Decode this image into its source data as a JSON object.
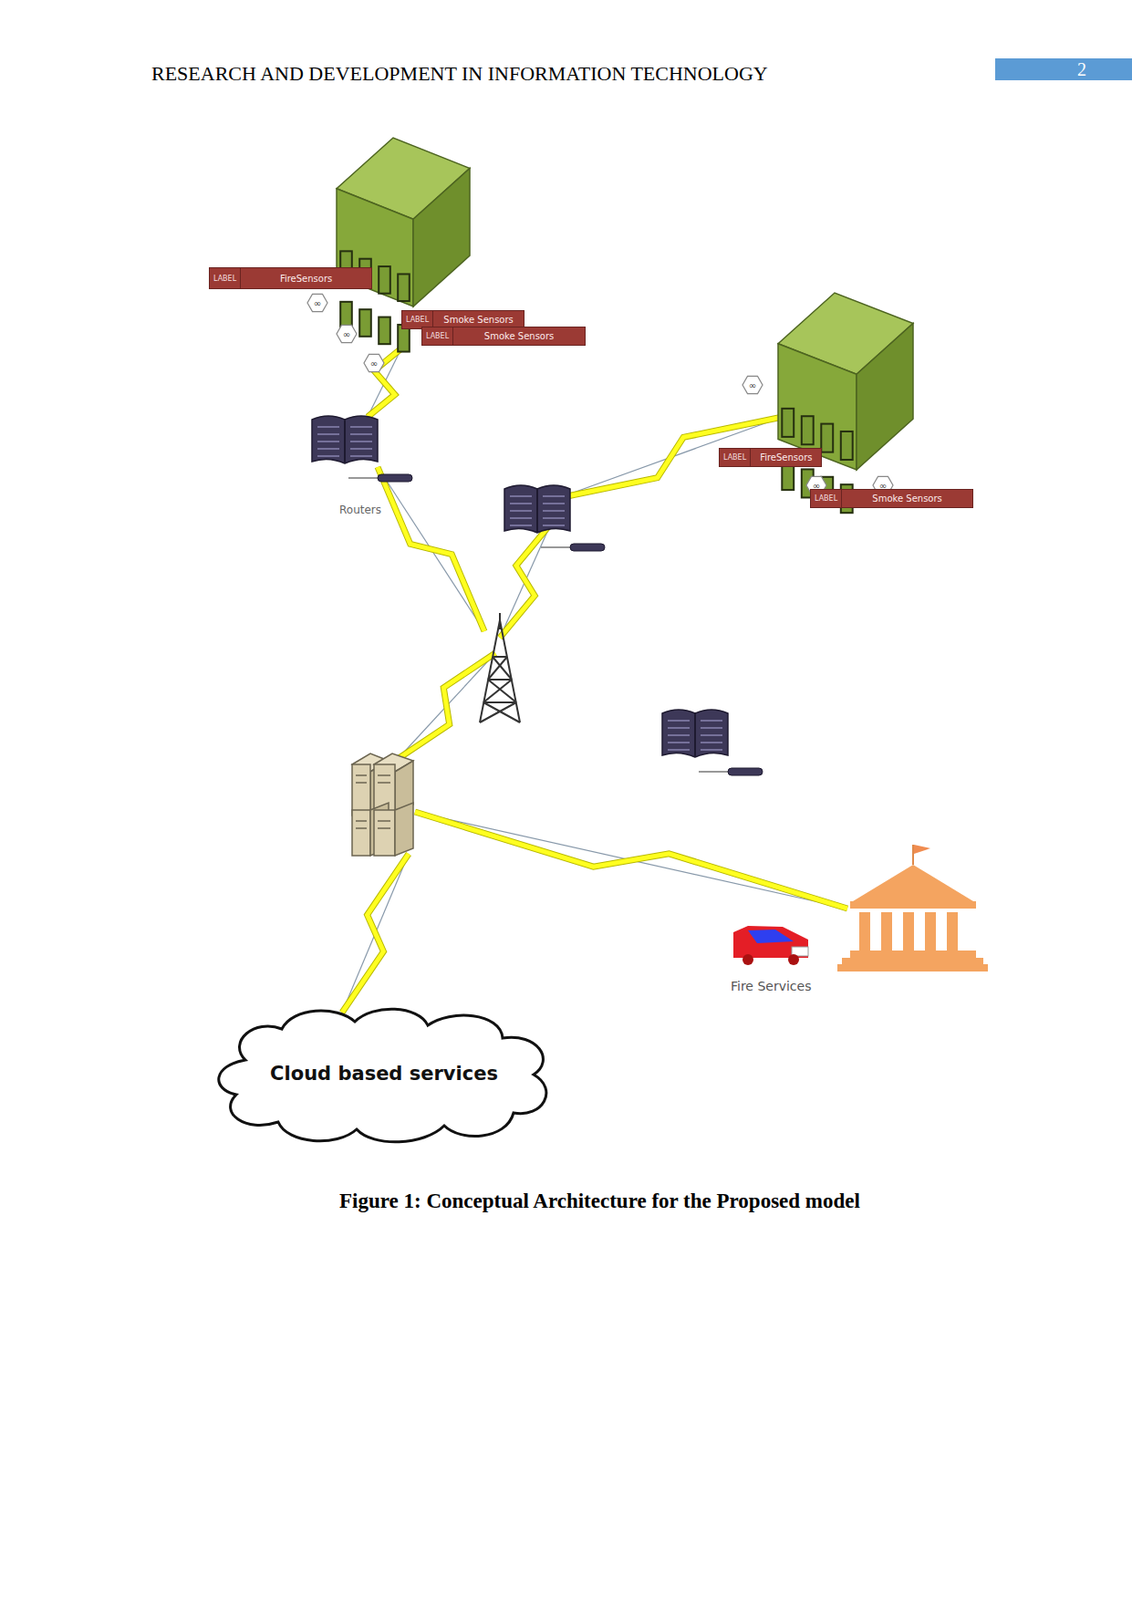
{
  "diagram": {
    "title": "RESEARCH AND DEVELOPMENT IN INFORMATION TECHNOLOGY",
    "caption": "Figure 1: Conceptual Architecture for the Proposed model",
    "nodes": [
      {
        "text": [
          "LABEL",
          "FireSensors"
        ]
      },
      {
        "text": [
          "LABEL",
          "Smoke Sensors"
        ]
      },
      {
        "text": [
          "LABEL",
          "Smoke Sensors"
        ]
      },
      {
        "text": [
          "LABEL",
          "FireSensors"
        ]
      },
      {
        "text": [
          "LABEL",
          "Smoke Sensors"
        ]
      },
      {
        "text": [
          "Cloud based services"
        ]
      }
    ],
    "labels": [
      "2",
      "Routers",
      "Fire Services"
    ]
  }
}
